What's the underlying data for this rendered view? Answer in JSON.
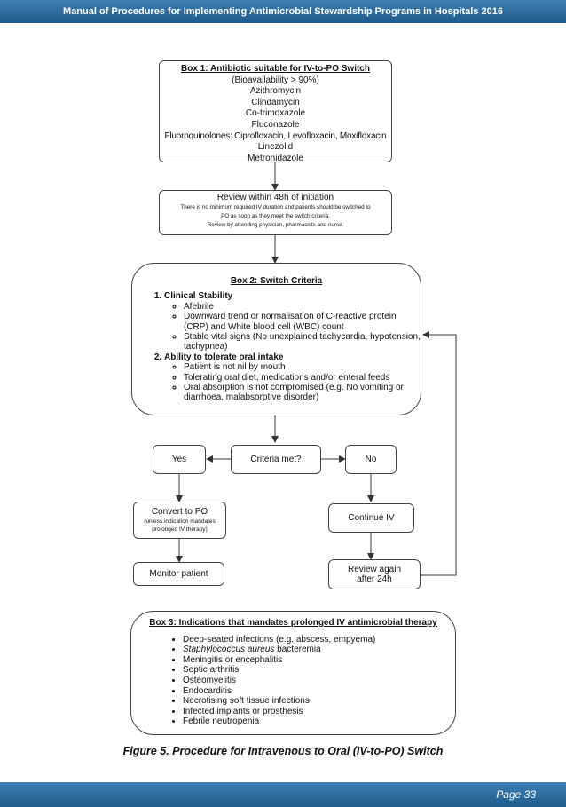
{
  "header": {
    "title": "Manual of Procedures for Implementing Antimicrobial Stewardship Programs in Hospitals 2016"
  },
  "box1": {
    "title": "Box 1: Antibiotic suitable for IV-to-PO Switch",
    "lines": [
      "(Bioavailability > 90%)",
      "Azithromycin",
      "Clindamycin",
      "Co-trimoxazole",
      "Fluconazole",
      "Fluoroquinolones: Ciprofloxacin, Levofloxacin, Moxifloxacin",
      "Linezolid",
      "Metronidazole"
    ]
  },
  "review": {
    "title": "Review within 48h of initiation",
    "lines": [
      "There is no minimum required IV duration and patients should be switched to",
      "PO as soon as they meet the switch criteria.",
      "Review by attending physician, pharmacists and nurse."
    ]
  },
  "box2": {
    "title": "Box 2: Switch Criteria",
    "sections": [
      {
        "heading": "Clinical Stability",
        "items": [
          "Afebrile",
          "Downward trend or normalisation of C-reactive protein (CRP) and  White blood cell (WBC) count",
          "Stable vital signs (No unexplained tachycardia, hypotension, tachypnea)"
        ]
      },
      {
        "heading": "Ability to tolerate oral intake",
        "items": [
          "Patient is not nil by mouth",
          "Tolerating oral diet, medications and/or enteral feeds",
          "Oral absorption is not compromised (e.g. No vomiting or diarrhoea, malabsorptive disorder)"
        ]
      }
    ]
  },
  "decision": {
    "question": "Criteria met?",
    "yes": "Yes",
    "no": "No"
  },
  "convert": {
    "title": "Convert to PO",
    "note": "(unless indication mandates prolonged IV therapy)"
  },
  "continue": {
    "label": "Continue IV"
  },
  "monitor": {
    "label": "Monitor patient"
  },
  "review_again": {
    "label": "Review again after 24h"
  },
  "box3": {
    "title": "Box 3: Indications that mandates prolonged IV antimicrobial therapy",
    "items": [
      "Deep-seated infections (e.g. abscess, empyema)",
      "Staphylococcus aureus bacteremia",
      "Meningitis or encephalitis",
      "Septic arthritis",
      "Osteomyelitis",
      "Endocarditis",
      "Necrotising soft tissue infections",
      "Infected implants or prosthesis",
      "Febrile neutropenia"
    ]
  },
  "caption": "Figure 5. Procedure for Intravenous to Oral (IV-to-PO) Switch",
  "footer": {
    "page": "Page 33"
  }
}
